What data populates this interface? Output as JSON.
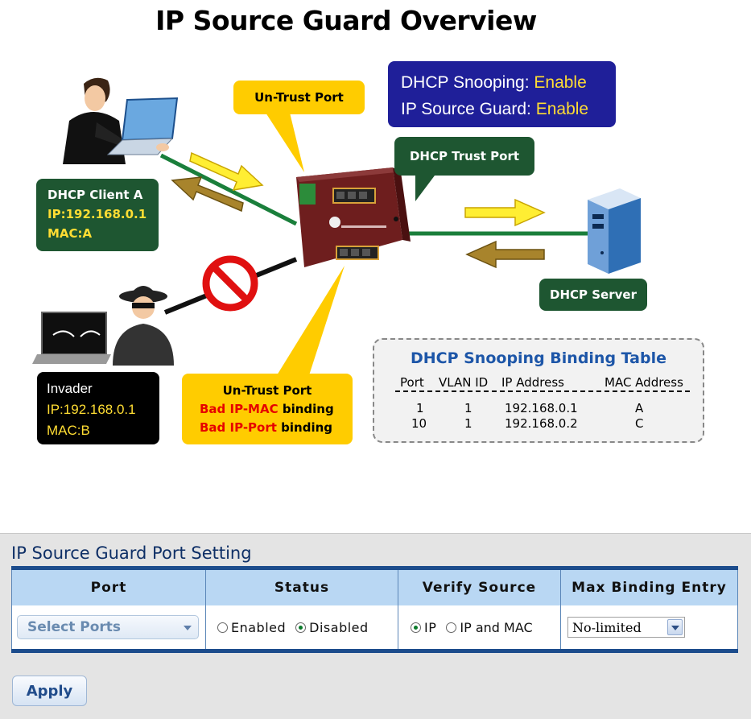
{
  "diagram": {
    "title": "IP Source Guard Overview",
    "untrust_top": "Un-Trust Port",
    "status_box": {
      "line1_label": "DHCP Snooping:",
      "line1_value": "Enable",
      "line2_label": "IP Source Guard:",
      "line2_value": "Enable"
    },
    "trust_port": "DHCP Trust Port",
    "client": {
      "name": "DHCP Client A",
      "ip": "IP:192.168.0.1",
      "mac": "MAC:A"
    },
    "server": "DHCP Server",
    "invader": {
      "name": "Invader",
      "ip": "IP:192.168.0.1",
      "mac": "MAC:B"
    },
    "untrust_bottom": {
      "title": "Un-Trust Port",
      "line1_red": "Bad IP-MAC",
      "line1_rest": "binding",
      "line2_red": "Bad IP-Port",
      "line2_rest": "binding"
    },
    "binding_table": {
      "title": "DHCP Snooping Binding Table",
      "headers": [
        "Port",
        "VLAN ID",
        "IP Address",
        "MAC Address"
      ],
      "rows": [
        [
          "1",
          "1",
          "192.168.0.1",
          "A"
        ],
        [
          "10",
          "1",
          "192.168.0.2",
          "C"
        ]
      ]
    },
    "colors": {
      "untrust": "#ffcc00",
      "client_box": "#1e5631",
      "status_box": "#1f1f99",
      "enable_text": "#ffdd33",
      "link_line": "#1a7f3b",
      "bad_text": "#e60000"
    }
  },
  "settings": {
    "title": "IP Source Guard Port Setting",
    "headers": {
      "port": "Port",
      "status": "Status",
      "verify": "Verify Source",
      "max": "Max Binding Entry"
    },
    "port_select": "Select Ports",
    "status_options": {
      "enabled": "Enabled",
      "disabled": "Disabled",
      "selected": "Disabled"
    },
    "verify_options": {
      "ip": "IP",
      "ip_mac": "IP and MAC",
      "selected": "IP"
    },
    "max_binding": "No-limited",
    "apply": "Apply"
  }
}
